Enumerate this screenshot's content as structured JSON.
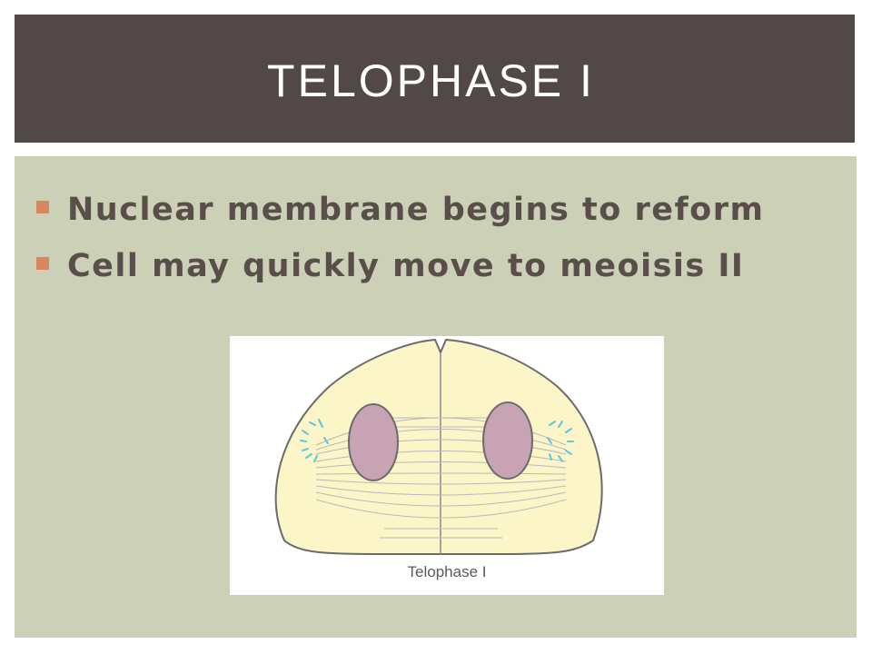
{
  "slide": {
    "title": "TELOPHASE I",
    "bullets": [
      "Nuclear membrane begins to reform",
      "Cell may quickly move to meoisis II"
    ]
  },
  "figure": {
    "caption": "Telophase I"
  },
  "colors": {
    "title_bar": "#524847",
    "title_text": "#ffffff",
    "content_bg": "#cbd0b6",
    "bullet_text": "#5a4e4b",
    "bullet_mark": "#d9855f",
    "cell_fill": "#fbf5c8",
    "nucleus_fill": "#c8a3b3",
    "centriole": "#5ac8de"
  }
}
